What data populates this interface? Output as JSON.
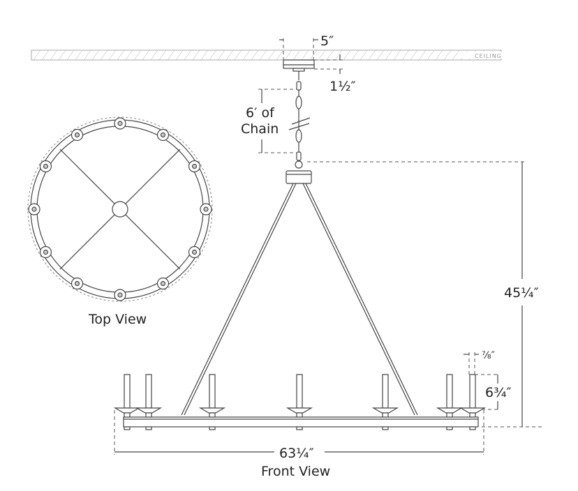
{
  "ceiling_label": "CEILING",
  "dimensions": {
    "canopy_width": "5″",
    "canopy_height": "1½″",
    "chain_line1": "6′ of",
    "chain_line2": "Chain",
    "overall_height": "45¼″",
    "candle_width": "⅞″",
    "candle_height": "6¾″",
    "overall_width": "63¼″"
  },
  "views": {
    "top": "Top View",
    "front": "Front View"
  },
  "colors": {
    "line": "#444444"
  }
}
